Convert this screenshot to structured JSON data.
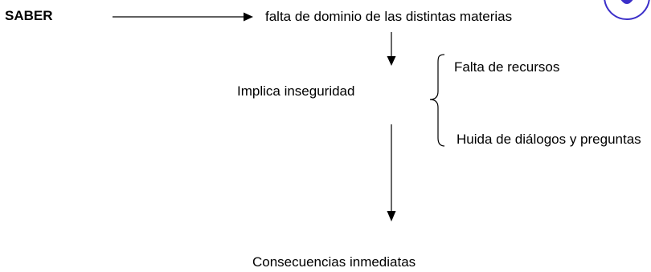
{
  "diagram": {
    "root_label": "SABER",
    "first_node": "falta de dominio de las distintas materias",
    "second_node": "Implica inseguridad",
    "branches": [
      "Falta de recursos",
      "Huida de diálogos y preguntas"
    ],
    "final_node": "Consecuencias inmediatas"
  },
  "colors": {
    "text": "#000000",
    "lines": "#000000",
    "logo_accent": "#3b2fc9"
  }
}
